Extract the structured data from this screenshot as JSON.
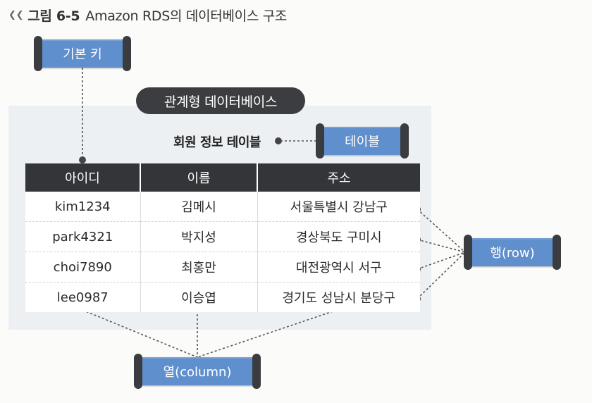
{
  "caption": {
    "label": "그림 6-5",
    "title": "Amazon RDS의 데이터베이스 구조"
  },
  "diagram": {
    "header_pill": "관계형 데이터베이스",
    "table_label": "회원 정보 테이블",
    "tags": {
      "primary_key": "기본 키",
      "table": "테이블",
      "row": "행(row)",
      "column": "열(column)"
    },
    "columns": [
      "아이디",
      "이름",
      "주소"
    ],
    "rows": [
      [
        "kim1234",
        "김메시",
        "서울특별시 강남구"
      ],
      [
        "park4321",
        "박지성",
        "경상북도 구미시"
      ],
      [
        "choi7890",
        "최홍만",
        "대전광역시 서구"
      ],
      [
        "lee0987",
        "이승엽",
        "경기도 성남시 분당구"
      ]
    ]
  }
}
